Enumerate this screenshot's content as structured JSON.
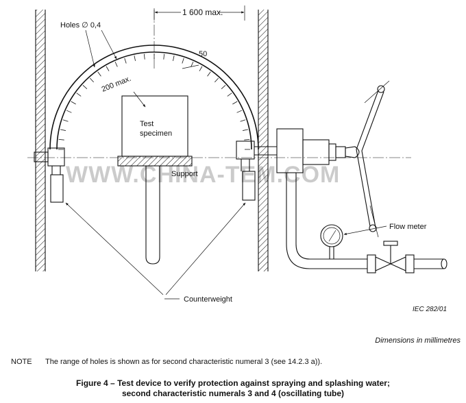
{
  "labels": {
    "holes": "Holes ∅ 0,4",
    "dim_width": "1 600 max.",
    "dim_50": "50",
    "dim_200": "200 max.",
    "test_line1": "Test",
    "test_line2": "specimen",
    "support": "Support",
    "flow_meter": "Flow meter",
    "counterweight": "Counterweight",
    "iec_ref": "IEC   282/01"
  },
  "watermark": "WWW.CHINA-TEM.COM",
  "dimensions_note": "Dimensions in millimetres",
  "note": {
    "keyword": "NOTE",
    "text": "The range of holes is shown as for second characteristic numeral 3 (see 14.2.3 a))."
  },
  "caption": {
    "line1": "Figure 4 – Test device to verify protection against spraying and splashing water;",
    "line2": "second characteristic numerals 3 and 4 (oscillating tube)"
  }
}
